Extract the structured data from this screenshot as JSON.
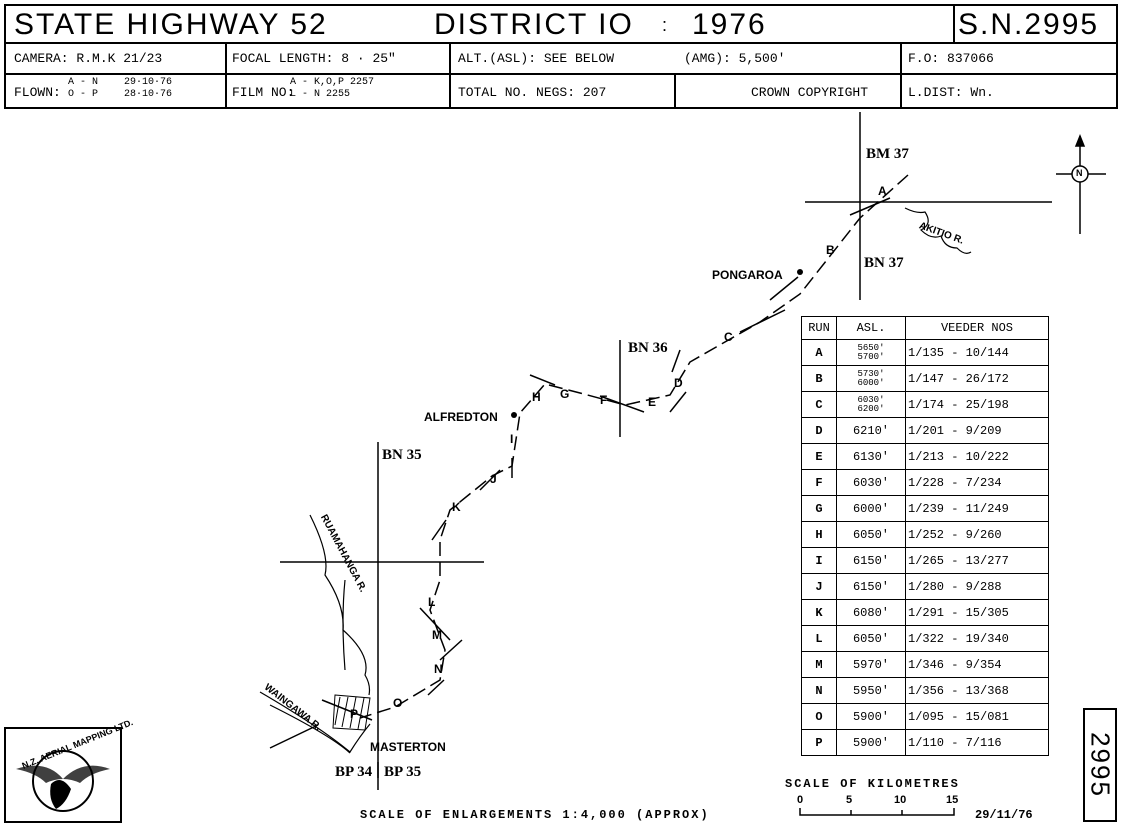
{
  "header": {
    "title": "STATE HIGHWAY 52",
    "district": "DISTRICT IO",
    "colon": ":",
    "year": "1976",
    "sn": "S.N.2995"
  },
  "info": {
    "camera_label": "CAMERA:",
    "camera": "R.M.K 21/23",
    "focal_label": "FOCAL LENGTH:",
    "focal": "8 · 25\"",
    "alt_label": "ALT.(ASL):",
    "alt": "SEE BELOW",
    "amg_label": "(AMG):",
    "amg": "5,500'",
    "fo_label": "F.O:",
    "fo": "837066",
    "flown_label": "FLOWN:",
    "flown_a": "A - N",
    "flown_a_date": "29·10·76",
    "flown_o": "O - P",
    "flown_o_date": "28·10·76",
    "film_label": "FILM NO:",
    "film_a": "A - K,O,P 2257",
    "film_l": "L - N 2255",
    "negs_label": "TOTAL NO. NEGS:",
    "negs": "207",
    "copyright": "CROWN COPYRIGHT",
    "ldist_label": "L.DIST:",
    "ldist": "Wn."
  },
  "map": {
    "places": {
      "pongaroa": "PONGAROA",
      "alfredton": "ALFREDTON",
      "masterton": "MASTERTON"
    },
    "rivers": {
      "akitio": "AKITIO R.",
      "ruamahanga": "RUAMAHANGA R.",
      "waingawa": "WAINGAWA R."
    },
    "sheets": {
      "bm37": "BM 37",
      "bn37": "BN 37",
      "bn36": "BN 36",
      "bn35": "BN 35",
      "bp34": "BP 34",
      "bp35": "BP 35"
    },
    "runs": [
      "A",
      "B",
      "C",
      "D",
      "E",
      "F",
      "G",
      "H",
      "I",
      "J",
      "K",
      "L",
      "M",
      "N",
      "O",
      "P"
    ],
    "north": "N"
  },
  "veeder_table": {
    "headers": [
      "RUN",
      "ASL.",
      "VEEDER NOS"
    ],
    "rows": [
      {
        "run": "A",
        "asl": [
          "5650'",
          "5700'"
        ],
        "veeder": "1/135 - 10/144"
      },
      {
        "run": "B",
        "asl": [
          "5730'",
          "6000'"
        ],
        "veeder": "1/147 - 26/172"
      },
      {
        "run": "C",
        "asl": [
          "6030'",
          "6200'"
        ],
        "veeder": "1/174 - 25/198"
      },
      {
        "run": "D",
        "asl": [
          "6210'"
        ],
        "veeder": "1/201 - 9/209"
      },
      {
        "run": "E",
        "asl": [
          "6130'"
        ],
        "veeder": "1/213 - 10/222"
      },
      {
        "run": "F",
        "asl": [
          "6030'"
        ],
        "veeder": "1/228 - 7/234"
      },
      {
        "run": "G",
        "asl": [
          "6000'"
        ],
        "veeder": "1/239 - 11/249"
      },
      {
        "run": "H",
        "asl": [
          "6050'"
        ],
        "veeder": "1/252 - 9/260"
      },
      {
        "run": "I",
        "asl": [
          "6150'"
        ],
        "veeder": "1/265 - 13/277"
      },
      {
        "run": "J",
        "asl": [
          "6150'"
        ],
        "veeder": "1/280 - 9/288"
      },
      {
        "run": "K",
        "asl": [
          "6080'"
        ],
        "veeder": "1/291 - 15/305"
      },
      {
        "run": "L",
        "asl": [
          "6050'"
        ],
        "veeder": "1/322 - 19/340"
      },
      {
        "run": "M",
        "asl": [
          "5970'"
        ],
        "veeder": "1/346 - 9/354"
      },
      {
        "run": "N",
        "asl": [
          "5950'"
        ],
        "veeder": "1/356 - 13/368"
      },
      {
        "run": "O",
        "asl": [
          "5900'"
        ],
        "veeder": "1/095 - 15/081"
      },
      {
        "run": "P",
        "asl": [
          "5900'"
        ],
        "veeder": "1/110 - 7/116"
      }
    ]
  },
  "footer": {
    "scale_enlargements": "SCALE OF ENLARGEMENTS 1:4,000 (APPROX)",
    "scale_km_title": "SCALE OF KILOMETRES",
    "scale_ticks": [
      "0",
      "5",
      "10",
      "15"
    ],
    "date": "29/11/76",
    "side_number": "2995",
    "logo_text": "N.Z. AERIAL MAPPING LTD."
  }
}
